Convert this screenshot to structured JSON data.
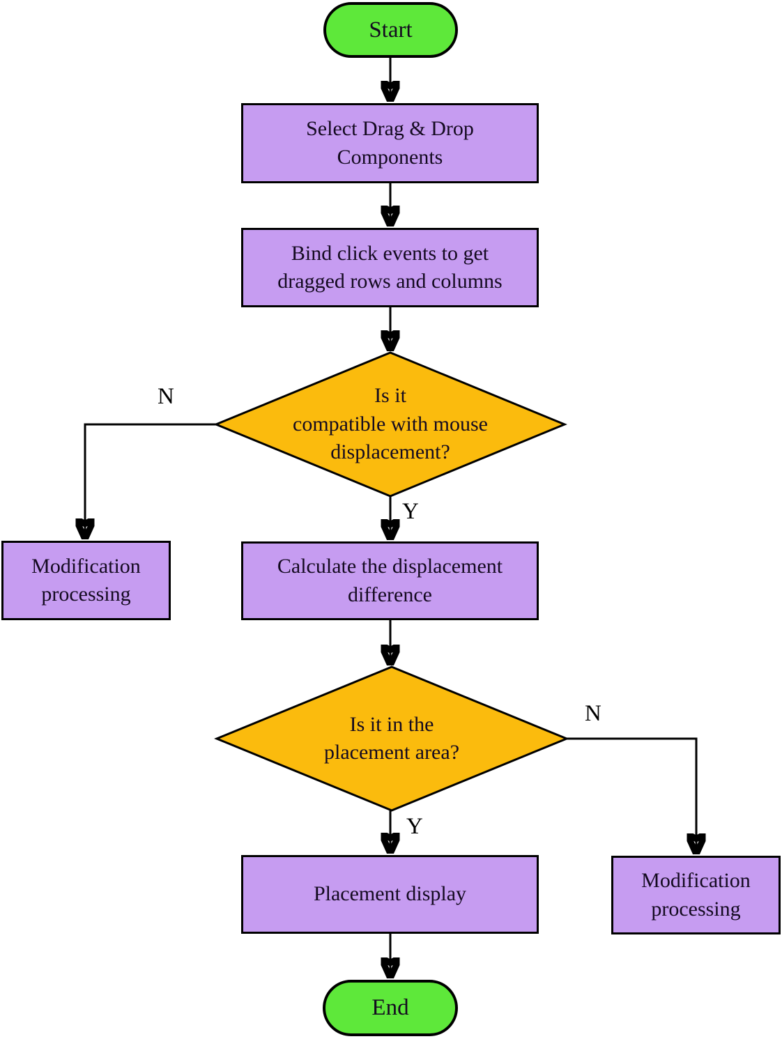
{
  "colors": {
    "terminal_fill": "#5EE83A",
    "process_fill": "#C69CF1",
    "decision_fill": "#FBBB0D",
    "stroke": "#000000"
  },
  "nodes": {
    "start": {
      "type": "terminal",
      "label": "Start"
    },
    "select_components": {
      "type": "process",
      "label": "Select Drag & Drop\nComponents"
    },
    "bind_events": {
      "type": "process",
      "label": "Bind click events to get\ndragged rows and columns"
    },
    "compatible_decision": {
      "type": "decision",
      "label": "Is it\ncompatible with mouse\ndisplacement?"
    },
    "modification_left": {
      "type": "process",
      "label": "Modification\nprocessing"
    },
    "calculate_difference": {
      "type": "process",
      "label": "Calculate the displacement\ndifference"
    },
    "placement_decision": {
      "type": "decision",
      "label": "Is it in the\nplacement area?"
    },
    "placement_display": {
      "type": "process",
      "label": "Placement display"
    },
    "modification_right": {
      "type": "process",
      "label": "Modification\nprocessing"
    },
    "end": {
      "type": "terminal",
      "label": "End"
    }
  },
  "edge_labels": {
    "compatible_no": "N",
    "compatible_yes": "Y",
    "placement_no": "N",
    "placement_yes": "Y"
  }
}
